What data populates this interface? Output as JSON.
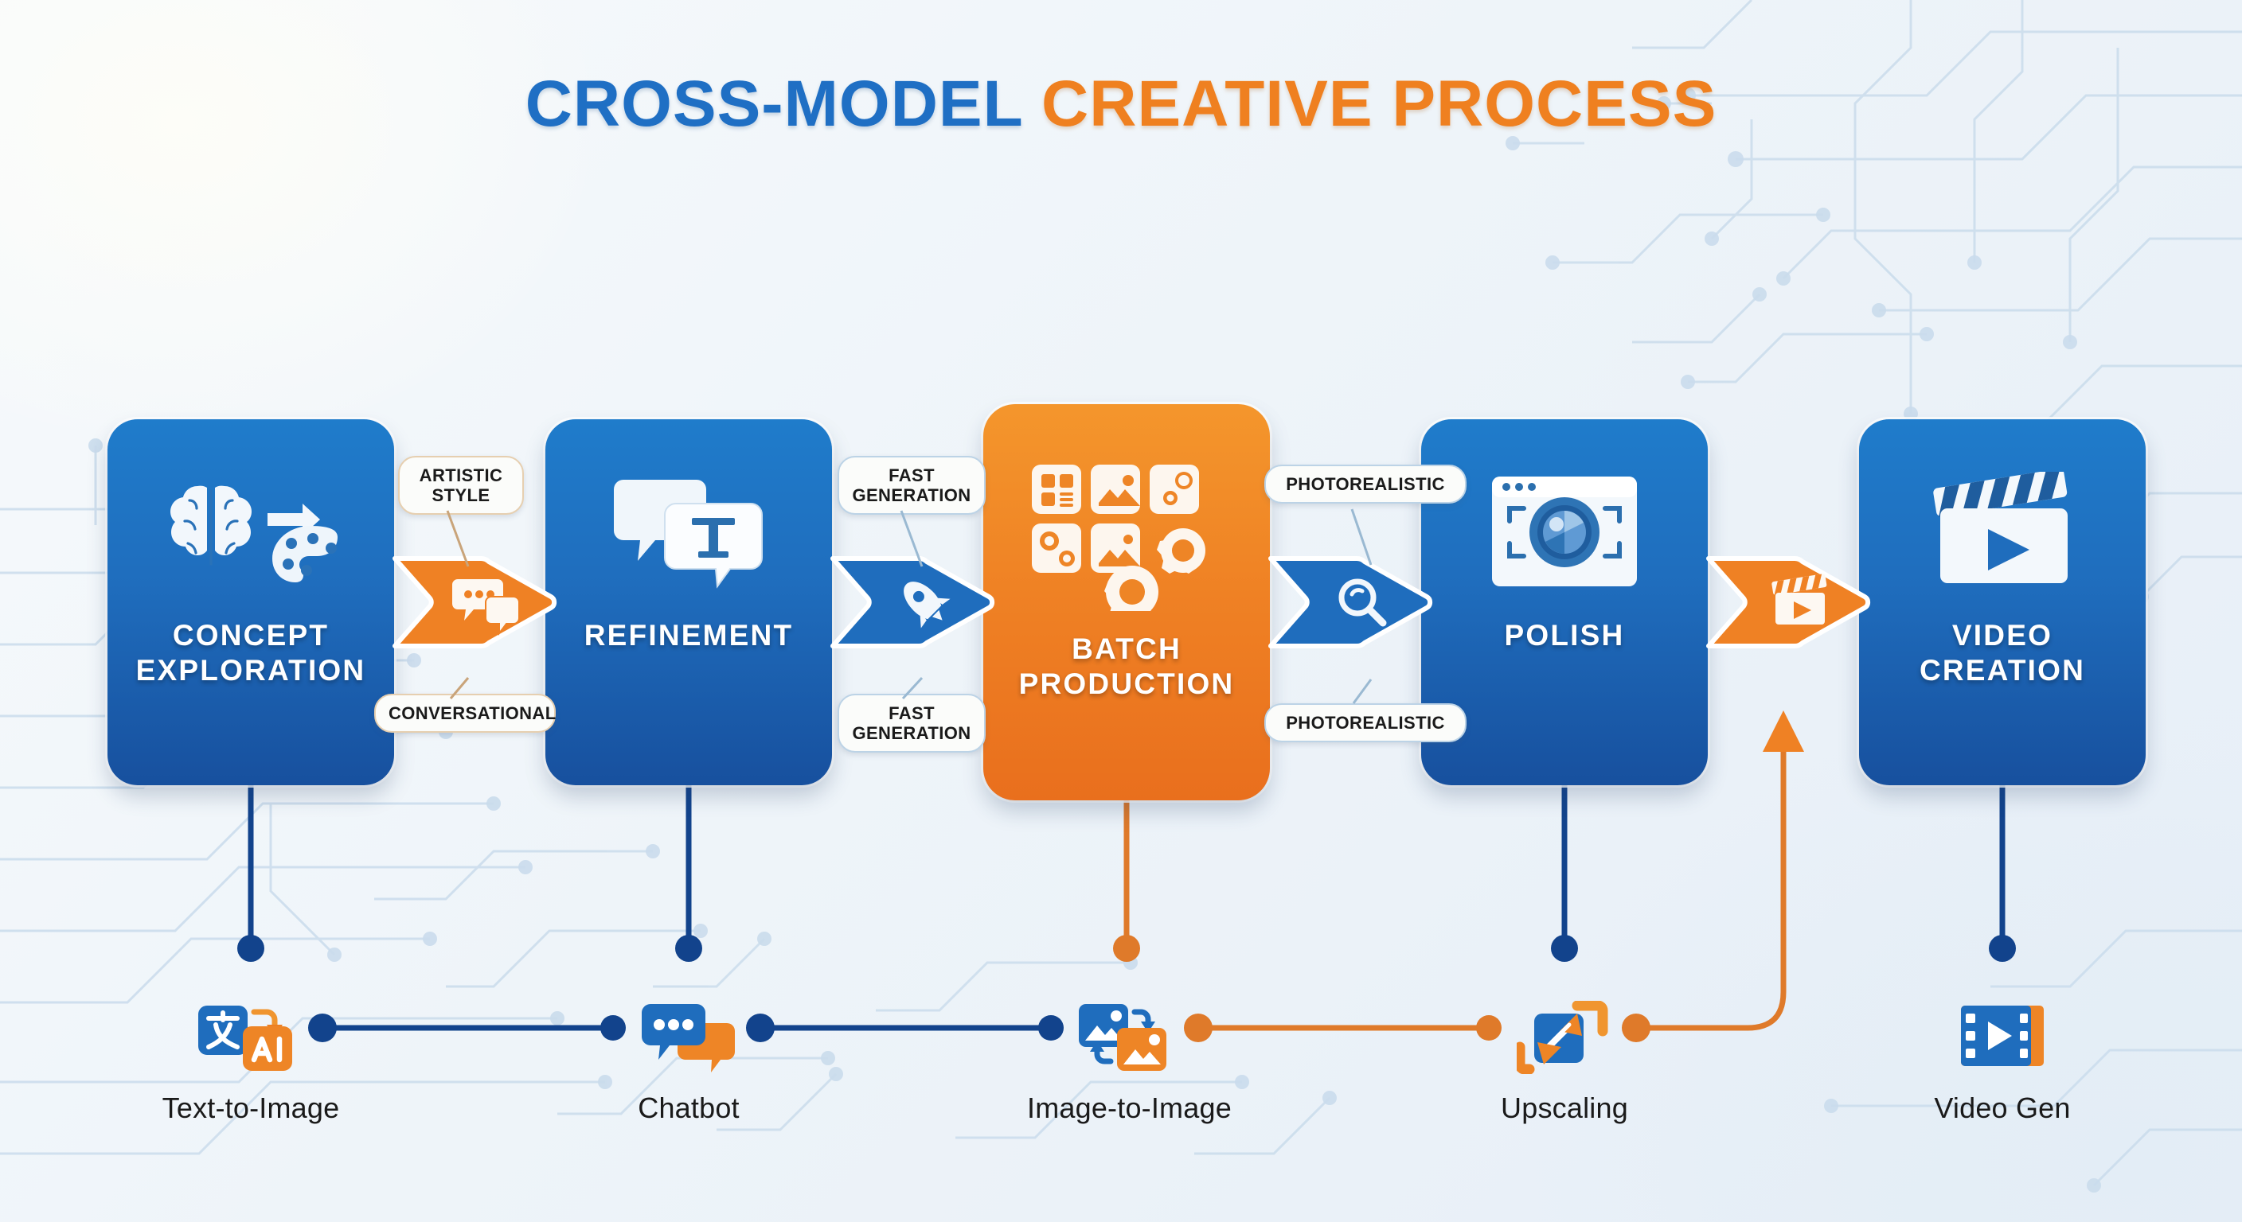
{
  "title": {
    "part1": "CROSS-MODEL",
    "part2": "CREATIVE PROCESS"
  },
  "colors": {
    "blue": "#1f6dbd",
    "blue_dark": "#17509e",
    "orange": "#ef8124",
    "orange_dark": "#e0701a",
    "navy_line": "#12438c",
    "orange_line": "#df7a2a",
    "circuit": "#c9dcec"
  },
  "stages": [
    {
      "title": "CONCEPT\nEXPLORATION",
      "theme": "blue",
      "icon": "brain-to-palette-icon"
    },
    {
      "title": "REFINEMENT",
      "theme": "blue",
      "icon": "chat-bubbles-text-icon"
    },
    {
      "title": "BATCH\nPRODUCTION",
      "theme": "orange",
      "icon": "image-grid-gears-icon"
    },
    {
      "title": "POLISH",
      "theme": "blue",
      "icon": "camera-lens-window-icon"
    },
    {
      "title": "VIDEO\nCREATION",
      "theme": "blue",
      "icon": "clapperboard-play-icon"
    }
  ],
  "connectors": [
    {
      "theme": "orange",
      "icon": "chat-bubbles-icon",
      "label_top": "ARTISTIC\nSTYLE",
      "label_bottom": "CONVERSATIONAL",
      "pill_style": "cream"
    },
    {
      "theme": "blue",
      "icon": "rocket-icon",
      "label_top": "FAST\nGENERATION",
      "label_bottom": "FAST\nGENERATION",
      "pill_style": "ice"
    },
    {
      "theme": "blue",
      "icon": "magnifier-icon",
      "label_top": "PHOTOREALISTIC",
      "label_bottom": "PHOTOREALISTIC",
      "pill_style": "ice"
    },
    {
      "theme": "orange",
      "icon": "clapperboard-icon",
      "label_top": "",
      "label_bottom": "",
      "pill_style": "cream"
    }
  ],
  "tools": [
    {
      "label": "Text-to-Image",
      "icon": "translate-to-ai-icon",
      "node_color": "#12438c"
    },
    {
      "label": "Chatbot",
      "icon": "chat-bubbles-duo-icon",
      "node_color": "#12438c"
    },
    {
      "label": "Image-to-Image",
      "icon": "image-swap-icon",
      "node_color": "#df7a2a"
    },
    {
      "label": "Upscaling",
      "icon": "expand-arrows-icon",
      "node_color": "#df7a2a"
    },
    {
      "label": "Video Gen",
      "icon": "film-play-icon",
      "node_color": "#12438c"
    }
  ]
}
